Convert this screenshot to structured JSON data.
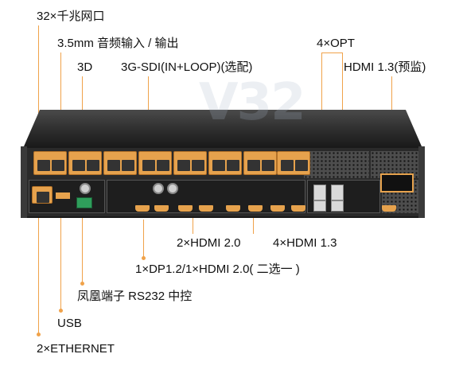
{
  "callouts": {
    "ethernet32": "32×千兆网口",
    "audio": "3.5mm 音频输入 / 输出",
    "three_d": "3D",
    "sdi": "3G-SDI(IN+LOOP)(选配)",
    "opt": "4×OPT",
    "hdmi_preview": "HDMI 1.3(预监)",
    "hdmi20": "2×HDMI 2.0",
    "hdmi13": "4×HDMI 1.3",
    "dp_hdmi": "1×DP1.2/1×HDMI 2.0( 二选一 )",
    "rs232": "凤凰端子 RS232 中控",
    "usb": "USB",
    "ethernet2": "2×ETHERNET"
  },
  "device": {
    "logo": "V32"
  },
  "colors": {
    "accent": "#f0a24a",
    "port": "#e6a24d",
    "chassis": "#2a2a2a"
  }
}
